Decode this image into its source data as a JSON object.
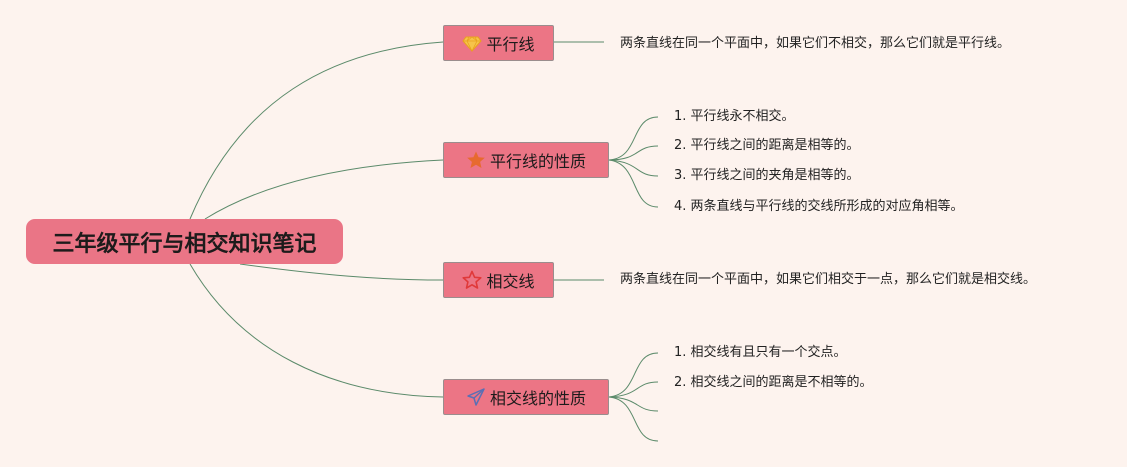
{
  "root": {
    "title": "三年级平行与相交知识笔记"
  },
  "topics": [
    {
      "label": "平行线",
      "icon": "diamond-icon",
      "icon_color": "#f6c34a",
      "details": [
        "两条直线在同一个平面中，如果它们不相交，那么它们就是平行线。"
      ]
    },
    {
      "label": "平行线的性质",
      "icon": "star-icon",
      "icon_color": "#e76a2f",
      "details": [
        "1. 平行线永不相交。",
        "2. 平行线之间的距离是相等的。",
        "3. 平行线之间的夹角是相等的。",
        "4. 两条直线与平行线的交线所形成的对应角相等。"
      ]
    },
    {
      "label": "相交线",
      "icon": "star-outline-icon",
      "icon_color": "#e0393a",
      "details": [
        "两条直线在同一个平面中，如果它们相交于一点，那么它们就是相交线。"
      ]
    },
    {
      "label": "相交线的性质",
      "icon": "paper-plane-icon",
      "icon_color": "#5b6fb4",
      "details": [
        "1. 相交线有且只有一个交点。",
        "2. 相交线之间的距离是不相等的。",
        "",
        ""
      ]
    }
  ],
  "colors": {
    "background": "#fdf3ee",
    "node_fill": "#ec7585",
    "connector": "#5b8a6a"
  }
}
